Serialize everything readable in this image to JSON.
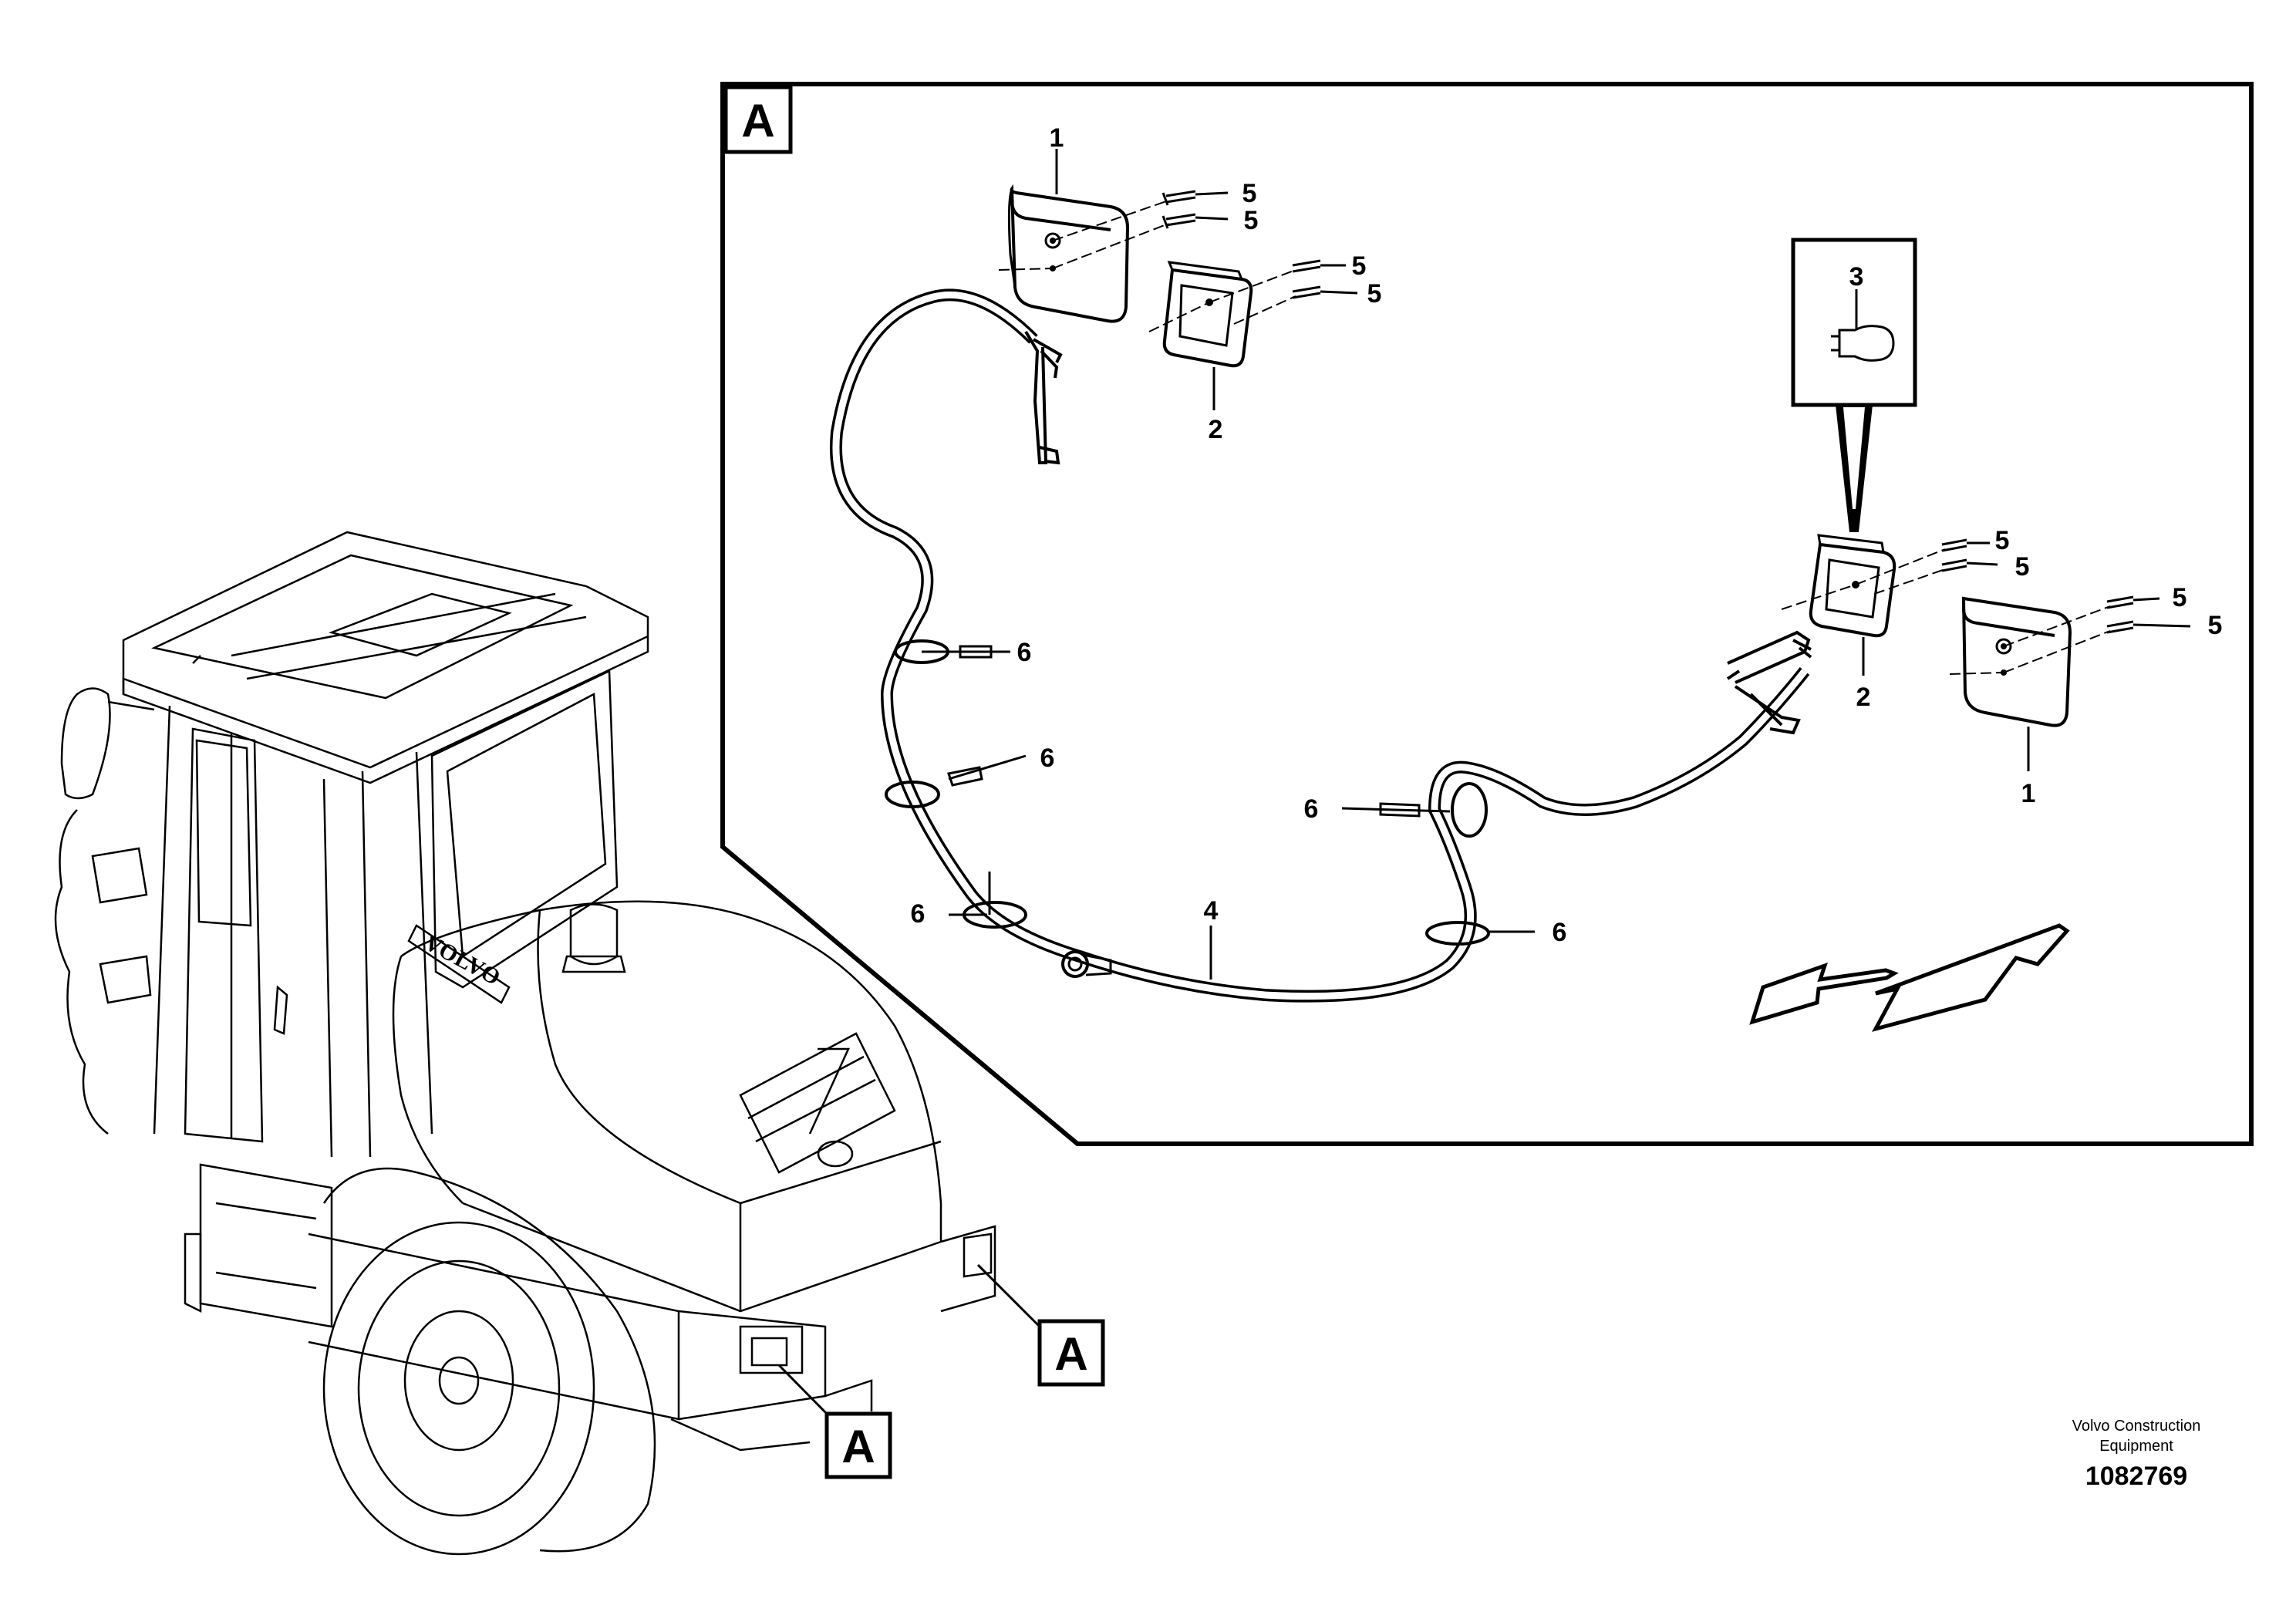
{
  "callouts": {
    "view_tag": "A",
    "view_tag_cab_right": "A",
    "view_tag_cab_left": "A",
    "part_1_top": "1",
    "part_1_right": "1",
    "part_2_top": "2",
    "part_2_right": "2",
    "part_3": "3",
    "part_4": "4",
    "part_5_a": "5",
    "part_5_b": "5",
    "part_5_c": "5",
    "part_5_d": "5",
    "part_5_e": "5",
    "part_5_f": "5",
    "part_5_g": "5",
    "part_5_h": "5",
    "part_6_a": "6",
    "part_6_b": "6",
    "part_6_c": "6",
    "part_6_d": "6",
    "part_6_e": "6"
  },
  "cab_brand": "VOLVO",
  "footer": {
    "credit_line1": "Volvo Construction",
    "credit_line2": "Equipment",
    "doc_number": "1082769"
  }
}
